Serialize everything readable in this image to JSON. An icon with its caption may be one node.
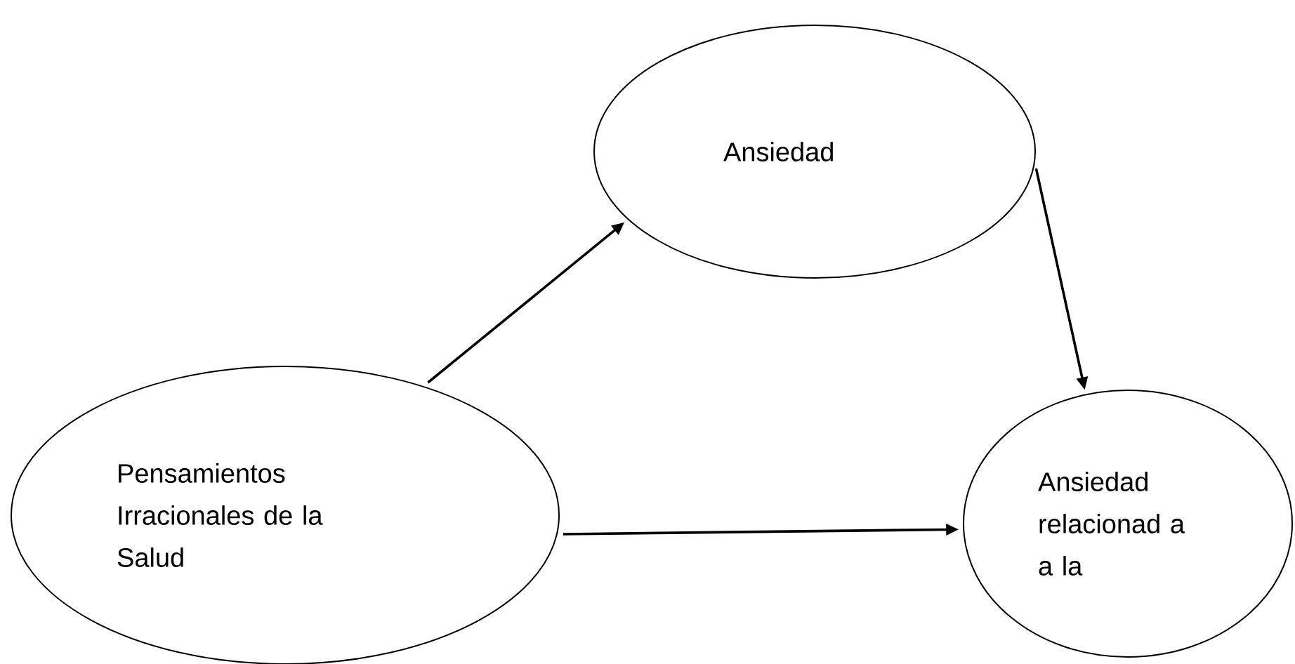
{
  "diagram": {
    "nodes": [
      {
        "text": [
          "Ansiedad"
        ]
      },
      {
        "text": [
          "Pensamientos Irracionales de la Salud"
        ]
      },
      {
        "text": [
          "Ansiedad relacionad a a la"
        ]
      }
    ],
    "edges": [
      {
        "from": 1,
        "to": 0,
        "arrow": "to"
      },
      {
        "from": 0,
        "to": 2,
        "arrow": "to"
      },
      {
        "from": 1,
        "to": 2,
        "arrow": "to"
      }
    ]
  }
}
